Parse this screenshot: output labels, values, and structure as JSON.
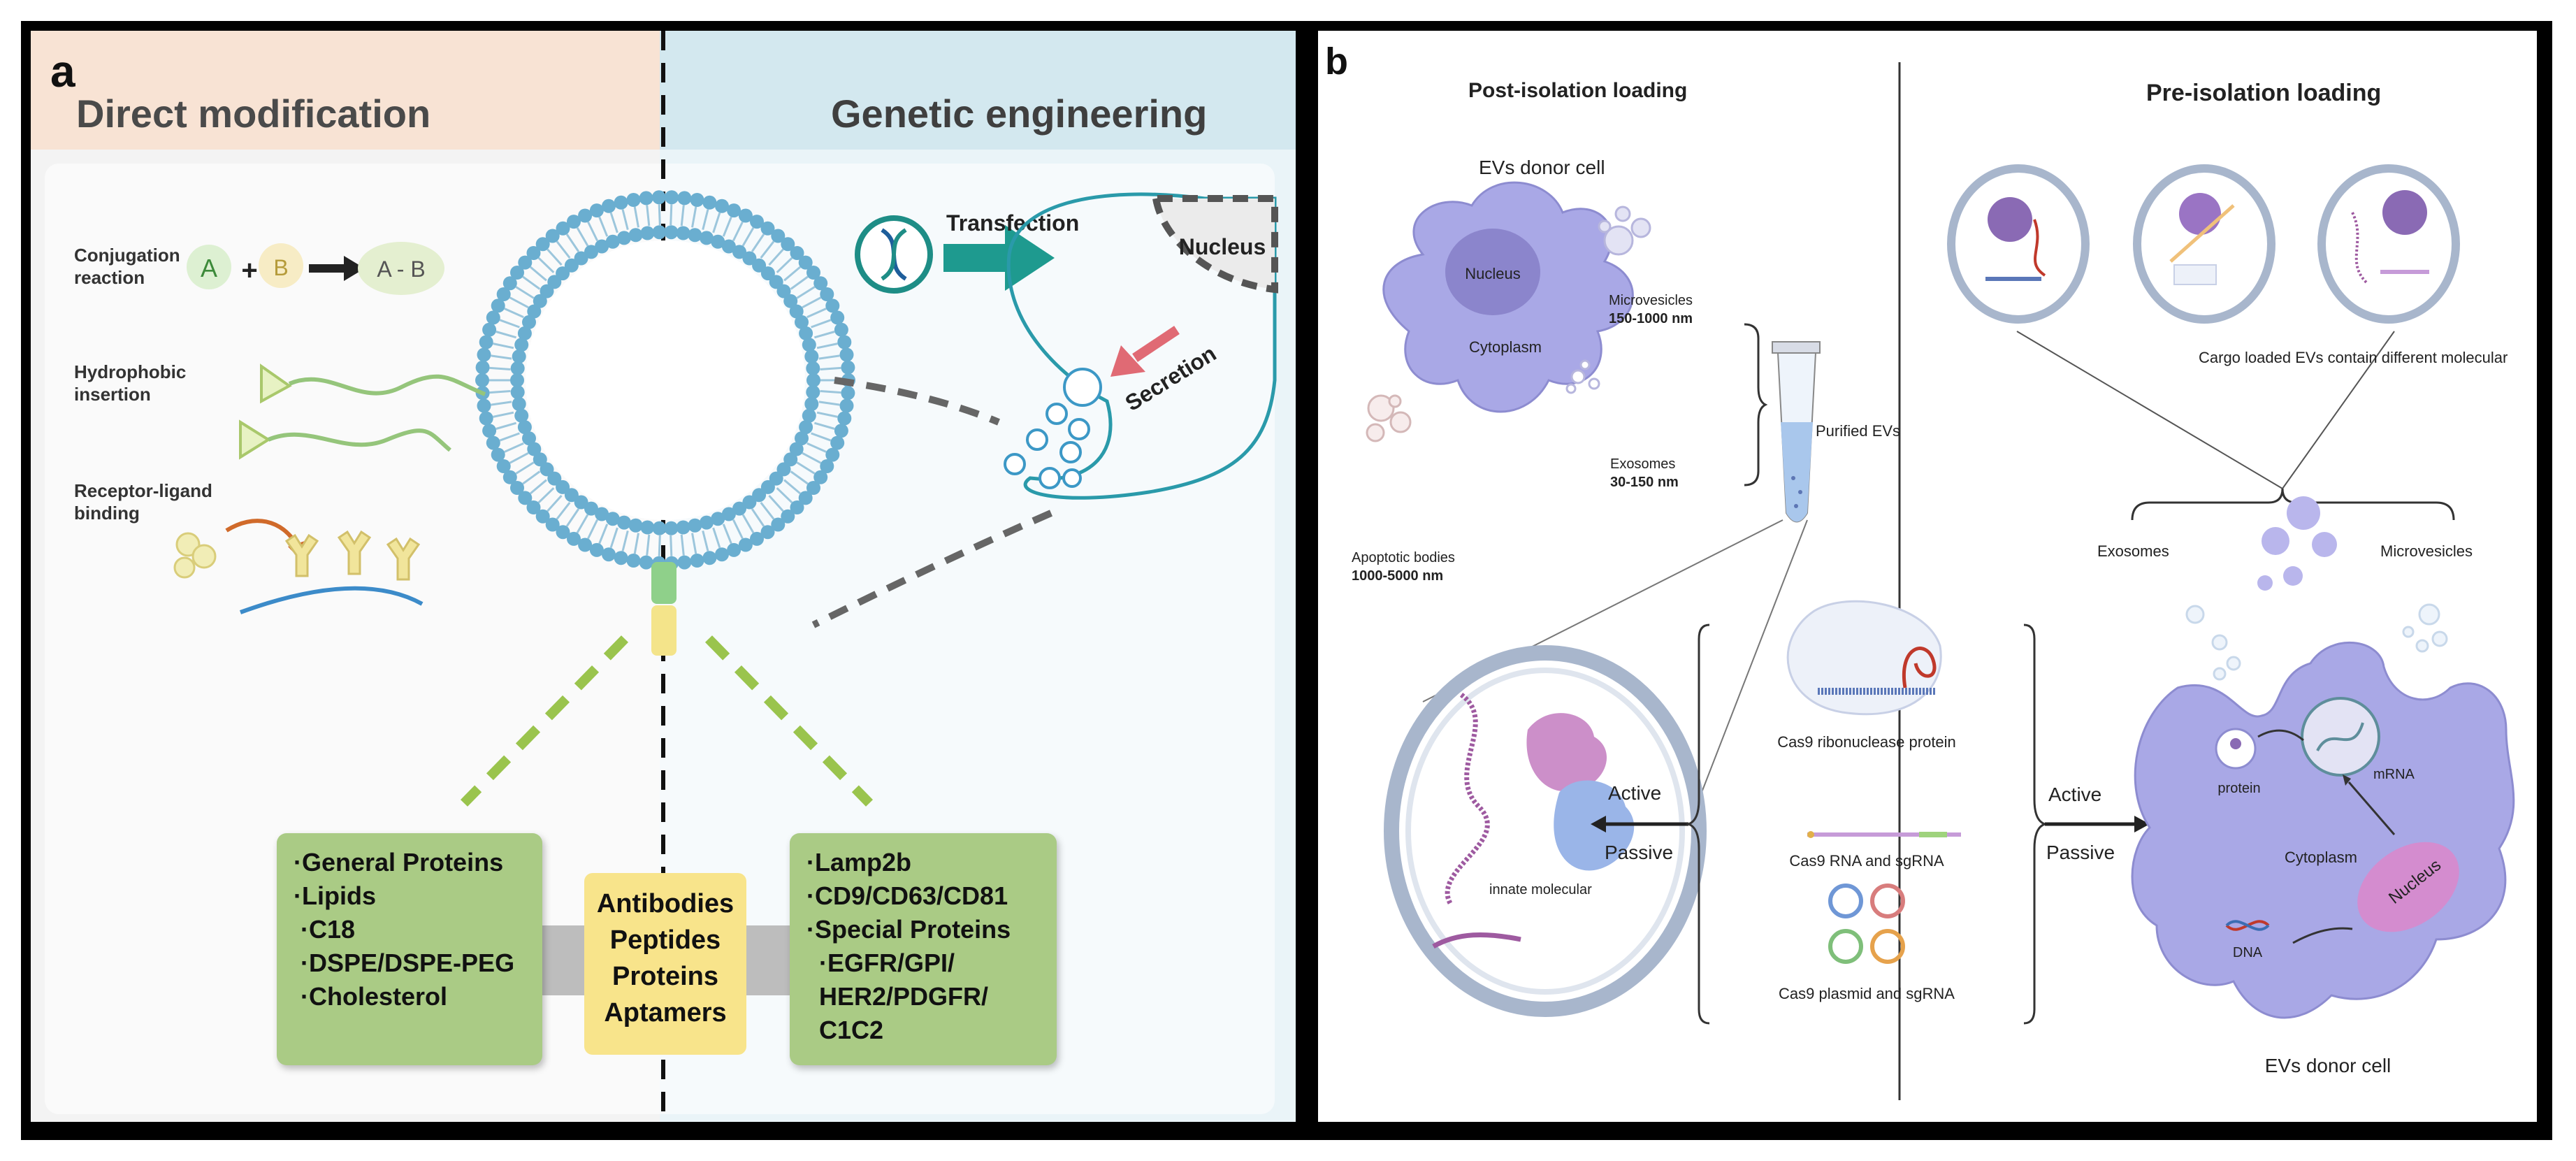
{
  "panel_a": {
    "label": "a",
    "left_header": "Direct modification",
    "right_header": "Genetic engineering",
    "methods": [
      {
        "line1": "Conjugation",
        "line2": "reaction"
      },
      {
        "line1": "Hydrophobic",
        "line2": "insertion"
      },
      {
        "line1": "Receptor-ligand",
        "line2": "binding"
      }
    ],
    "conj_a": "A",
    "conj_plus": "+",
    "conj_b": "B",
    "conj_ab": "A - B",
    "transfection": "Transfection",
    "nucleus": "Nucleus",
    "secretion": "Secretion",
    "left_box": [
      "·General Proteins",
      "·Lipids",
      "·C18",
      "·DSPE/DSPE-PEG",
      "·Cholesterol"
    ],
    "middle_box": [
      "Antibodies",
      "Peptides",
      "Proteins",
      "Aptamers"
    ],
    "right_box": [
      "·Lamp2b",
      "·CD9/CD63/CD81",
      "·Special Proteins",
      "·EGFR/GPI/",
      "HER2/PDGFR/",
      "C1C2"
    ],
    "colors": {
      "left_header_bg": "#f8e3d4",
      "right_header_bg": "#d3e8ef",
      "membrane": "#6aaed0",
      "green_box": "#aacb85",
      "yellow_box": "#f8e48b"
    }
  },
  "panel_b": {
    "label": "b",
    "left_title": "Post-isolation loading",
    "right_title": "Pre-isolation loading",
    "donor_cell_top": "EVs donor cell",
    "nucleus": "Nucleus",
    "cytoplasm": "Cytoplasm",
    "microvesicles": "Microvesicles",
    "microvesicles_size": "150-1000 nm",
    "exosomes": "Exosomes",
    "exosomes_size": "30-150 nm",
    "apoptotic": "Apoptotic bodies",
    "apoptotic_size": "1000-5000 nm",
    "purified": "Purified EVs",
    "innate": "innate molecular",
    "active": "Active",
    "passive": "Passive",
    "cas9_rnp": "Cas9 ribonuclease protein",
    "cas9_rna": "Cas9 RNA and sgRNA",
    "cas9_plasmid": "Cas9 plasmid and sgRNA",
    "cargo": "Cargo loaded EVs contain different molecular",
    "exosomes_right": "Exosomes",
    "microvesicles_right": "Microvesicles",
    "protein": "protein",
    "mrna": "mRNA",
    "cytoplasm_right": "Cytoplasm",
    "dna": "DNA",
    "nucleus_right": "Nucleus",
    "donor_cell_bottom": "EVs donor cell",
    "colors": {
      "cell": "#a9a8e6",
      "nucleus": "#8b85cc",
      "vesicle_ring": "#c9d5e6"
    }
  }
}
